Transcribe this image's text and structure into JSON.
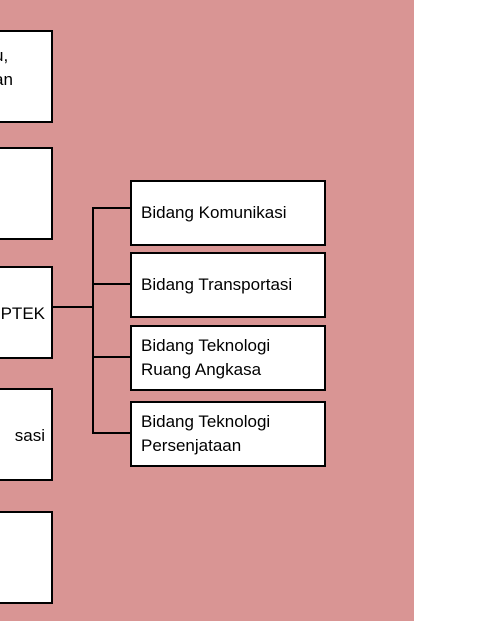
{
  "left_boxes": [
    {
      "text": "u,\nan"
    },
    {
      "text": ""
    },
    {
      "text": "PTEK"
    },
    {
      "text": "sasi"
    },
    {
      "text": ""
    }
  ],
  "sub_fields": [
    {
      "label": "Bidang Komunikasi"
    },
    {
      "label": "Bidang Transportasi"
    },
    {
      "label": "Bidang Teknologi\nRuang Angkasa"
    },
    {
      "label": "Bidang Teknologi\nPersenjataan"
    }
  ],
  "colors": {
    "background": "#d99594",
    "box_fill": "#ffffff",
    "border": "#000000"
  }
}
